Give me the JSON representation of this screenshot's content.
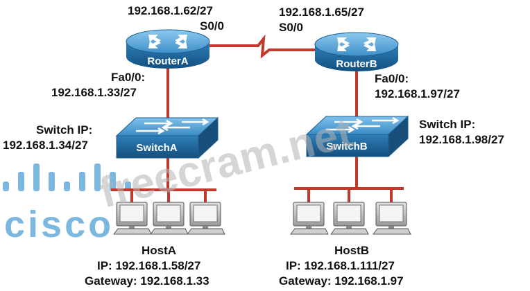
{
  "routers": {
    "a": {
      "name": "RouterA",
      "serial_ip": "192.168.1.62/27",
      "serial_port": "S0/0",
      "fa_port": "Fa0/0:",
      "fa_ip": "192.168.1.33/27"
    },
    "b": {
      "name": "RouterB",
      "serial_ip": "192.168.1.65/27",
      "serial_port": "S0/0",
      "fa_port": "Fa0/0:",
      "fa_ip": "192.168.1.97/27"
    }
  },
  "switches": {
    "a": {
      "name": "SwitchA",
      "ip_label": "Switch IP:",
      "ip": "192.168.1.34/27"
    },
    "b": {
      "name": "SwitchB",
      "ip_label": "Switch IP:",
      "ip": "192.168.1.98/27"
    }
  },
  "hosts": {
    "a": {
      "name": "HostA",
      "ip": "IP: 192.168.1.58/27",
      "gateway": "Gateway: 192.168.1.33"
    },
    "b": {
      "name": "HostB",
      "ip": "IP: 192.168.1.111/27",
      "gateway": "Gateway: 192.168.1.97"
    }
  },
  "watermark": {
    "text": "freecram.net"
  },
  "logo": {
    "text": "cisco"
  },
  "colors": {
    "router": "#3d8fc9",
    "switch": "#3d8fc9",
    "link": "#c0392b",
    "pc_body": "#b8b8b8",
    "cisco_blue": "#4f9fd3"
  }
}
